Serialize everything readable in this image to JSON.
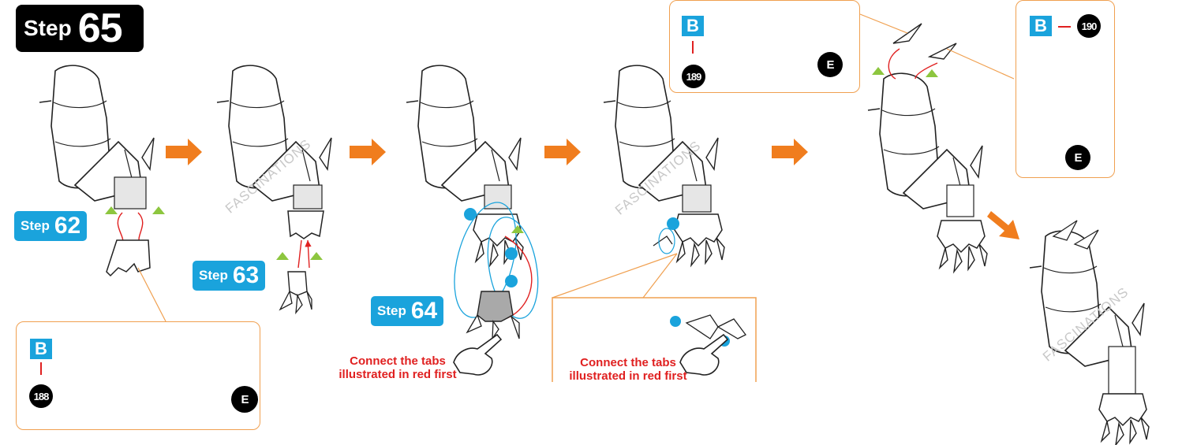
{
  "title": {
    "word": "Step",
    "number": "65"
  },
  "refs": [
    {
      "word": "Step",
      "number": "62"
    },
    {
      "word": "Step",
      "number": "63"
    },
    {
      "word": "Step",
      "number": "64"
    }
  ],
  "parts": {
    "sheet": "B",
    "p188": "188",
    "p189": "189",
    "p190": "190",
    "tool": "E"
  },
  "notes": {
    "note1": "Connect the tabs illustrated in red first",
    "note2": "Connect the tabs illustrated in red first"
  },
  "watermark": "FASCINATIONS",
  "colors": {
    "orange": "#f07d1e",
    "blue": "#1aa3dc",
    "red": "#e02020",
    "green": "#8dc63f",
    "yellow": "#fff34a"
  }
}
